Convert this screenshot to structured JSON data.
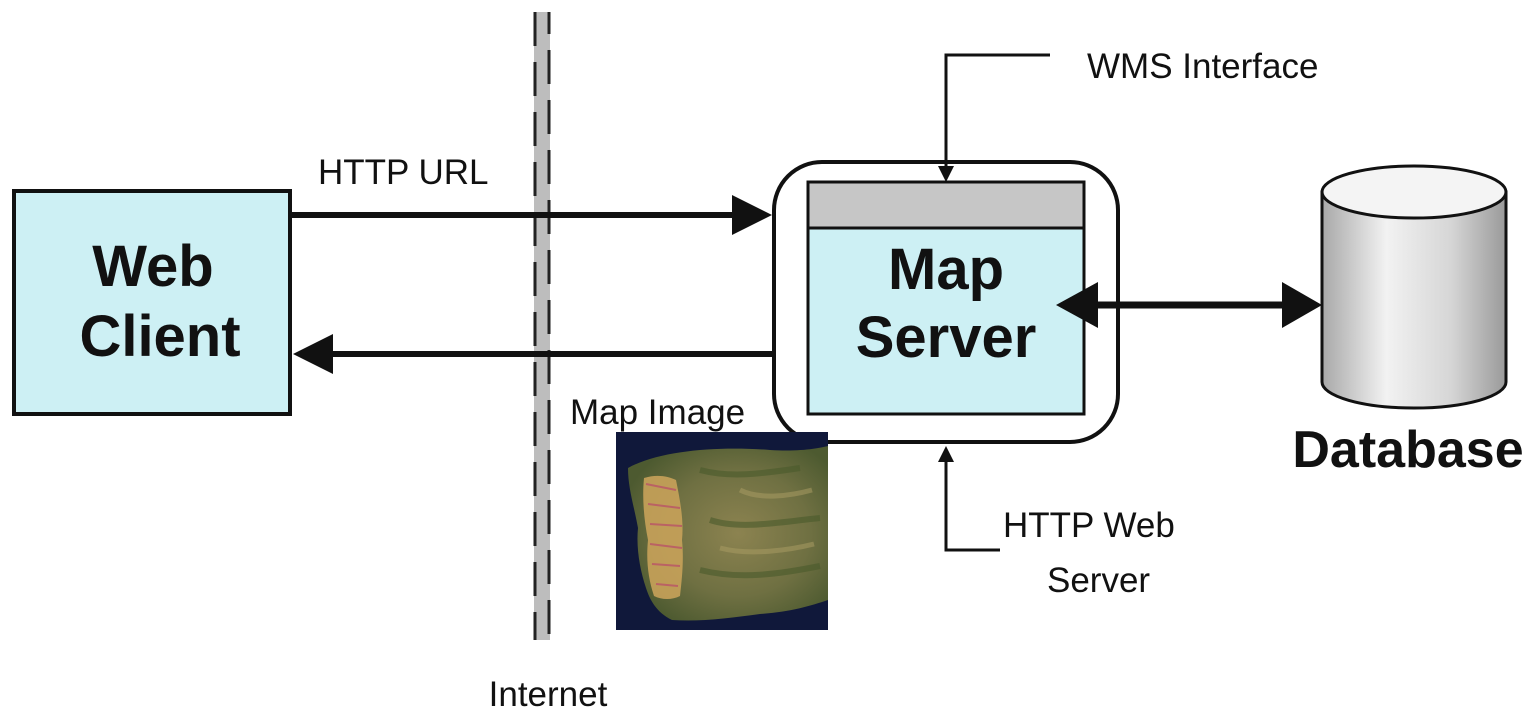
{
  "diagram": {
    "web_client": {
      "line1": "Web",
      "line2": "Client"
    },
    "map_server": {
      "line1": "Map",
      "line2": "Server"
    },
    "database": {
      "label": "Database"
    },
    "internet": {
      "label": "Internet"
    },
    "http_url": {
      "label": "HTTP URL"
    },
    "map_image": {
      "label": "Map Image"
    },
    "wms_interface": {
      "label": "WMS Interface"
    },
    "http_web_server": {
      "line1": "HTTP Web",
      "line2": "Server"
    }
  },
  "colors": {
    "box_fill": "#cdf0f4",
    "interface_bar": "#c6c6c6",
    "line": "#111111",
    "internet_line": "#bdbdbd",
    "map_ocean": "#10183a",
    "map_land": "#7d7a4a",
    "map_region": "#c8a25a"
  }
}
